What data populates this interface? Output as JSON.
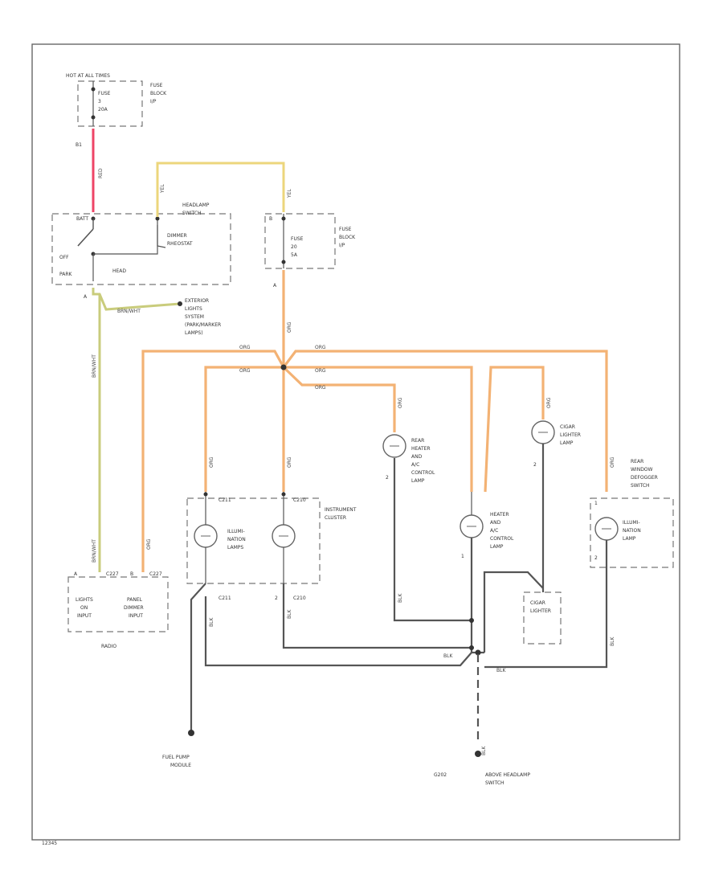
{
  "frame_id": "12345",
  "labels": {
    "hot_all_times": "HOT AT ALL TIMES",
    "fuse_block_top": [
      "FUSE",
      "BLOCK",
      "I/P"
    ],
    "fuse_top": [
      "FUSE",
      "3",
      "20A"
    ],
    "pin_b1": "B1",
    "headlamp_switch": [
      "HEADLAMP",
      "SWITCH"
    ],
    "dimmer_rheostat": [
      "DIMMER",
      "RHEOSTAT"
    ],
    "sw_batt": "BATT",
    "sw_off": "OFF",
    "sw_park": "PARK",
    "sw_head": "HEAD",
    "pin_a": "A",
    "exterior_lights": [
      "EXTERIOR",
      "LIGHTS",
      "SYSTEM",
      "(PARK/MARKER",
      "LAMPS)"
    ],
    "fuse_right": [
      "FUSE",
      "20",
      "5A"
    ],
    "fuse_block_right": [
      "FUSE",
      "BLOCK",
      "I/P"
    ],
    "pin_b_right": "B",
    "pin_a_right": "A",
    "rear_heater": [
      "REAR",
      "HEATER",
      "AND",
      "A/C",
      "CONTROL",
      "LAMP"
    ],
    "cigar_lighter_lamp": [
      "CIGAR",
      "LIGHTER",
      "LAMP"
    ],
    "rear_window_defogger": [
      "REAR",
      "WINDOW",
      "DEFOGGER",
      "SWITCH"
    ],
    "illumination_lamp_right": [
      "ILLUMI-",
      "NATION",
      "LAMP"
    ],
    "instrument_cluster": [
      "INSTRUMENT",
      "CLUSTER"
    ],
    "illumination_lamps": [
      "ILLUMI-",
      "NATION",
      "LAMPS"
    ],
    "heater_ac": [
      "HEATER",
      "AND",
      "A/C",
      "CONTROL",
      "LAMP"
    ],
    "cigar_lighter": [
      "CIGAR",
      "LIGHTER"
    ],
    "conn_c211_top": "C211",
    "conn_c210_top": "C210",
    "conn_c211_bot": "C211",
    "conn_c210_bot": "C210",
    "radio_pins": [
      "A",
      "C227",
      "B",
      "C227"
    ],
    "lights_on_input": [
      "LIGHTS",
      "ON",
      "INPUT"
    ],
    "panel_dimmer_input": [
      "PANEL",
      "DIMMER",
      "INPUT"
    ],
    "radio": "RADIO",
    "fuel_pump_module": [
      "FUEL PUMP",
      "MODULE"
    ],
    "ground_g202": "G202",
    "above_headlamp": [
      "ABOVE HEADLAMP",
      "SWITCH"
    ],
    "pin_1": "1",
    "pin_2": "2"
  },
  "wires": {
    "red": "RED",
    "yel": "YEL",
    "org": "ORG",
    "brn_wht": "BRN/WHT",
    "blk": "BLK"
  },
  "colors": {
    "orange": "#f3b274",
    "yellow": "#ecd67c",
    "red": "#ee4466",
    "yellow_green": "#c9cc7c",
    "black": "#555555"
  }
}
